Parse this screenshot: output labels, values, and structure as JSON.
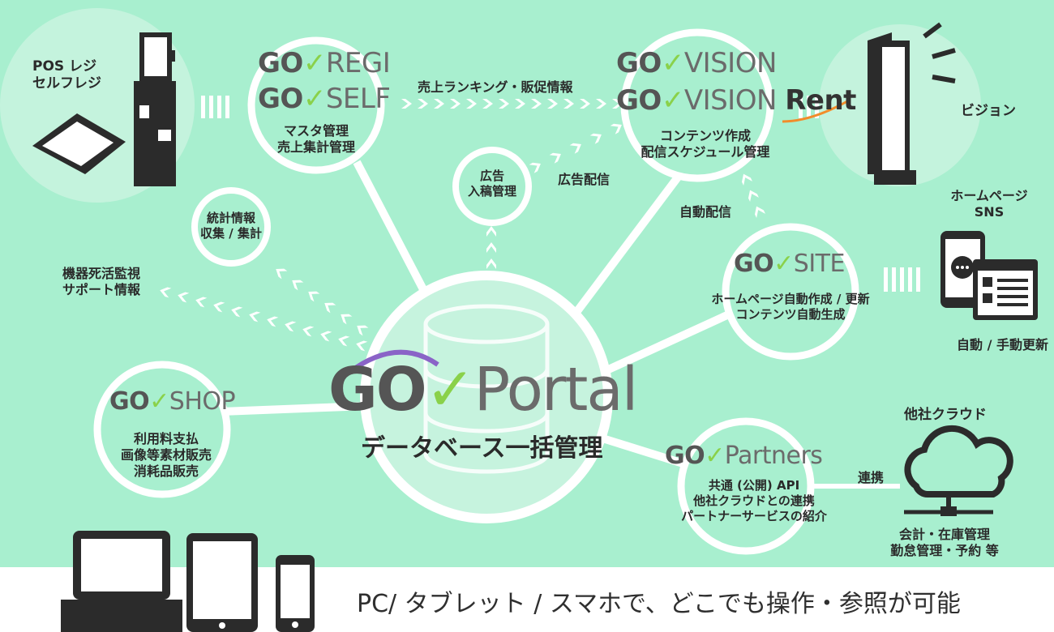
{
  "colors": {
    "background": "#a8efcf",
    "hub": "#ffffff",
    "arrow": "#ffffff",
    "text": "#2a2a2a",
    "logo_gray": "#666666",
    "check_green": "#8ad14a"
  },
  "center": {
    "logo_prefix": "GO",
    "logo_check": "✓",
    "logo_name": "Portal",
    "subtitle": "データベース一括管理"
  },
  "regi": {
    "logo1_prefix": "GO",
    "logo1_check": "✓",
    "logo1_name": "REGI",
    "logo2_prefix": "GO",
    "logo2_check": "✓",
    "logo2_name": "SELF",
    "line1": "マスタ管理",
    "line2": "売上集計管理"
  },
  "vision": {
    "logo1_prefix": "GO",
    "logo1_check": "✓",
    "logo1_name": "VISION",
    "logo2_prefix": "GO",
    "logo2_check": "✓",
    "logo2_name": "VISION",
    "logo2_suffix": "Rent",
    "line1": "コンテンツ作成",
    "line2": "配信スケジュール管理"
  },
  "site": {
    "logo_prefix": "GO",
    "logo_check": "✓",
    "logo_name": "SITE",
    "line1": "ホームページ自動作成 / 更新",
    "line2": "コンテンツ自動生成"
  },
  "shop": {
    "logo_prefix": "GO",
    "logo_check": "✓",
    "logo_name": "SHOP",
    "line1": "利用料支払",
    "line2": "画像等素材販売",
    "line3": "消耗品販売"
  },
  "partners": {
    "logo_prefix": "GO",
    "logo_check": "✓",
    "logo_name": "Partners",
    "line1": "共通 (公開) API",
    "line2": "他社クラウドとの連携",
    "line3": "パートナーサービスの紹介"
  },
  "ad": {
    "line1": "広告",
    "line2": "入稿管理"
  },
  "stats": {
    "line1": "統計情報",
    "line2": "収集 / 集計"
  },
  "labels": {
    "pos1": "POS レジ",
    "pos2": "セルフレジ",
    "vision_device": "ビジョン",
    "web1": "ホームページ",
    "web2": "SNS",
    "web_update": "自動 / 手動更新",
    "cloud_title": "他社クラウド",
    "cloud1": "会計・在庫管理",
    "cloud2": "勤怠管理・予約 等",
    "renkei": "連携",
    "monitor1": "機器死活監視",
    "monitor2": "サポート情報",
    "sales_ranking": "売上ランキング・販促情報",
    "ad_delivery": "広告配信",
    "auto_delivery": "自動配信"
  },
  "caption": "PC/ タブレット / スマホで、どこでも操作・参照が可能",
  "icons": [
    "pos-register-icon",
    "self-checkout-kiosk-icon",
    "digital-signage-icon",
    "smartphone-chat-icon",
    "web-page-icon",
    "cloud-network-icon",
    "laptop-icon",
    "tablet-icon",
    "phone-icon",
    "database-icon"
  ]
}
